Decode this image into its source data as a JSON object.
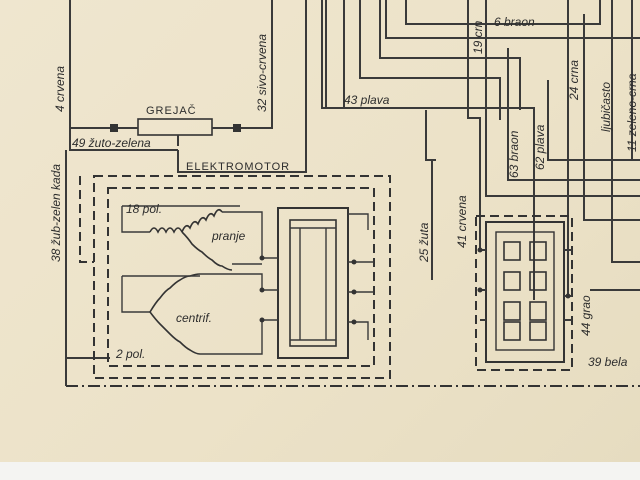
{
  "labels": {
    "crvena4": "4 crvena",
    "sivo_crvena": "32 sivo-crvena",
    "grejac": "GREJAČ",
    "zuto_zelena": "49 žuto-zelena",
    "zelen_kada": "38 žub-zelen kada",
    "elektromotor": "ELEKTROMOTOR",
    "pol18": "18 pol.",
    "pranje": "pranje",
    "centrif": "centrif.",
    "pol2": "2 pol.",
    "plava43": "43 plava",
    "crn19": "19 crn",
    "braon6": "6 braon",
    "braon63": "63 braon",
    "plava62": "62 plava",
    "crna24": "24 crna",
    "ljubicasto": "ljubičasto",
    "zeleno_crna": "11 zeleno-crna",
    "zuta25": "25 žuta",
    "crvena41": "41 crvena",
    "grao44": "44 grao",
    "bela39": "39 bela"
  },
  "colors": {
    "paper": "#ece2c8",
    "ink": "#333333"
  }
}
